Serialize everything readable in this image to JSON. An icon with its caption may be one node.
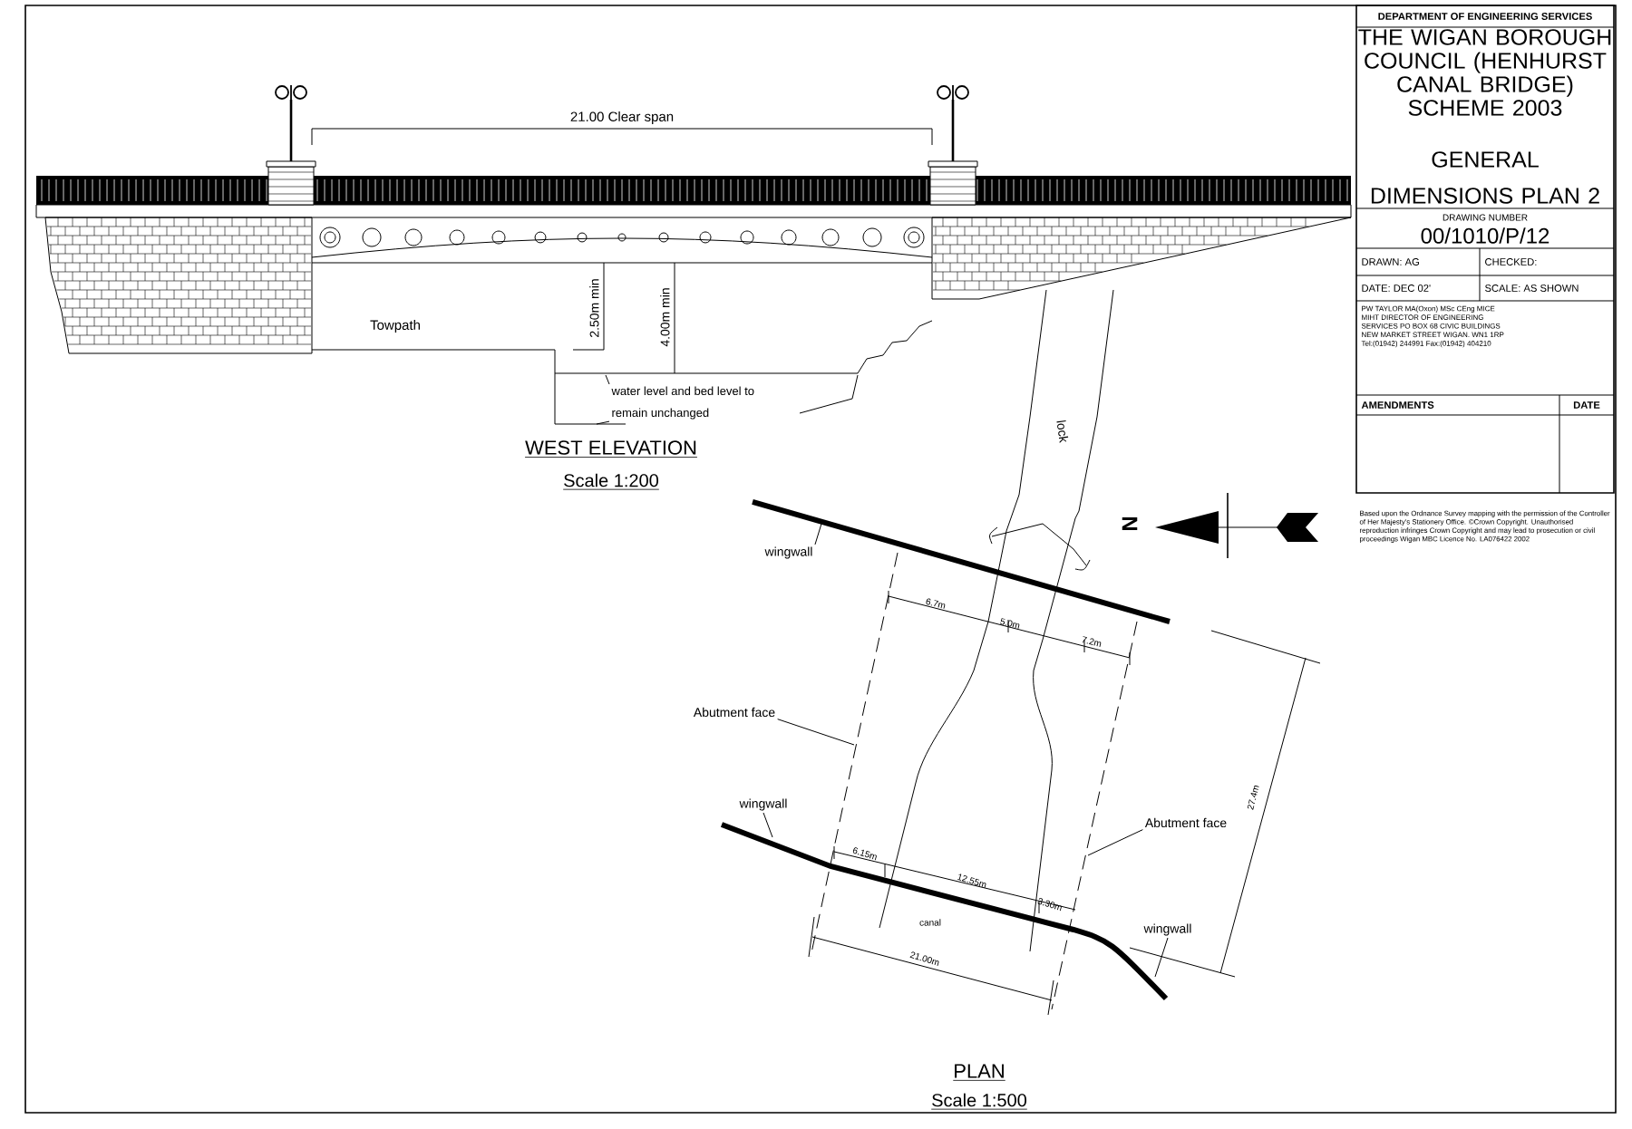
{
  "diagram": {
    "nodes": [
      {
        "text": [
          "water level and bed level to remain unchanged"
        ]
      },
      {
        "text": [
          "wingwall"
        ]
      },
      {
        "text": [
          "Abutment face"
        ]
      },
      {
        "text": [
          "wingwall"
        ]
      },
      {
        "text": [
          "Abutment face"
        ]
      },
      {
        "text": [
          "wingwall"
        ]
      }
    ],
    "edges": [
      {
        "from": 0,
        "to": null,
        "arrow": "none"
      },
      {
        "from": 0,
        "to": null,
        "arrow": "none"
      },
      {
        "from": 1,
        "to": null,
        "arrow": "none"
      },
      {
        "from": 2,
        "to": null,
        "arrow": "none"
      },
      {
        "from": 3,
        "to": null,
        "arrow": "none"
      },
      {
        "from": 4,
        "to": null,
        "arrow": "none"
      },
      {
        "from": 5,
        "to": null,
        "arrow": "none"
      }
    ],
    "labels": [
      "DEPARTMENT OF ENGINEERING SERVICES",
      "THE WIGAN BOROUGH COUNCIL (HENHURST CANAL BRIDGE) SCHEME 2003",
      "GENERAL DIMENSIONS PLAN 2",
      "DRAWING NUMBER",
      "00/1010/P/12",
      "DRAWN: AG",
      "CHECKED:",
      "DATE:  DEC 02'",
      "SCALE:  AS SHOWN",
      "PW TAYLOR MA(Oxon) MSc CEng MICE MIHT DIRECTOR OF ENGINEERING SERVICES PO BOX 68 CIVIC BUILDINGS NEW MARKET STREET WIGAN. WN1 1RP Tel:(01942) 244991 Fax:(01942) 404210",
      "AMENDMENTS",
      "DATE",
      "Based upon the Ordnance Survey mapping with the permission of the Controller of Her Majesty's Stationery Office. ©Crown Copyright. Unauthorised reproduction infringes Crown Copyright and may lead to prosecution or civil proceedings Wigan MBC Licence No. LA076422 2002",
      "21.00 Clear span",
      "Towpath",
      "2.50m min",
      "4.00m min",
      "WEST ELEVATION",
      "Scale 1:200",
      "lock",
      "N",
      "6.7m",
      "5.0m",
      "7.2m",
      "27.4m",
      "6.15m",
      "12.55m",
      "3.30m",
      "canal",
      "21.00m",
      "PLAN",
      "Scale 1:500"
    ]
  }
}
